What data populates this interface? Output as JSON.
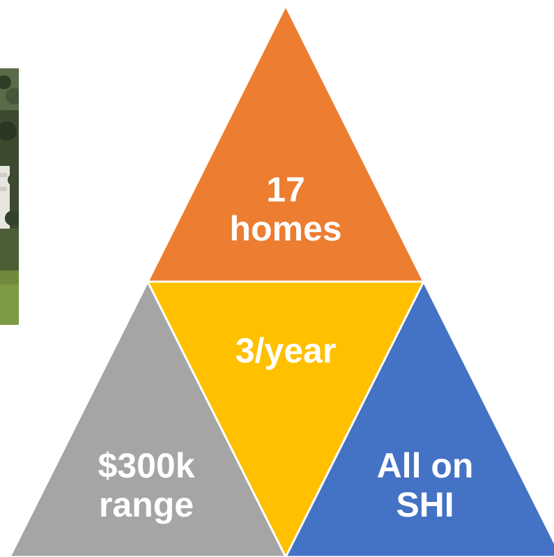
{
  "pyramid": {
    "top": {
      "line1": "17",
      "line2": "homes",
      "color": "#ED7D31"
    },
    "center": {
      "line1": "3/year",
      "color": "#FFC000"
    },
    "left": {
      "line1": "$300k",
      "line2": "range",
      "color": "#A5A5A5"
    },
    "right": {
      "line1": "All on",
      "line2": "SHI",
      "color": "#4472C4"
    }
  }
}
